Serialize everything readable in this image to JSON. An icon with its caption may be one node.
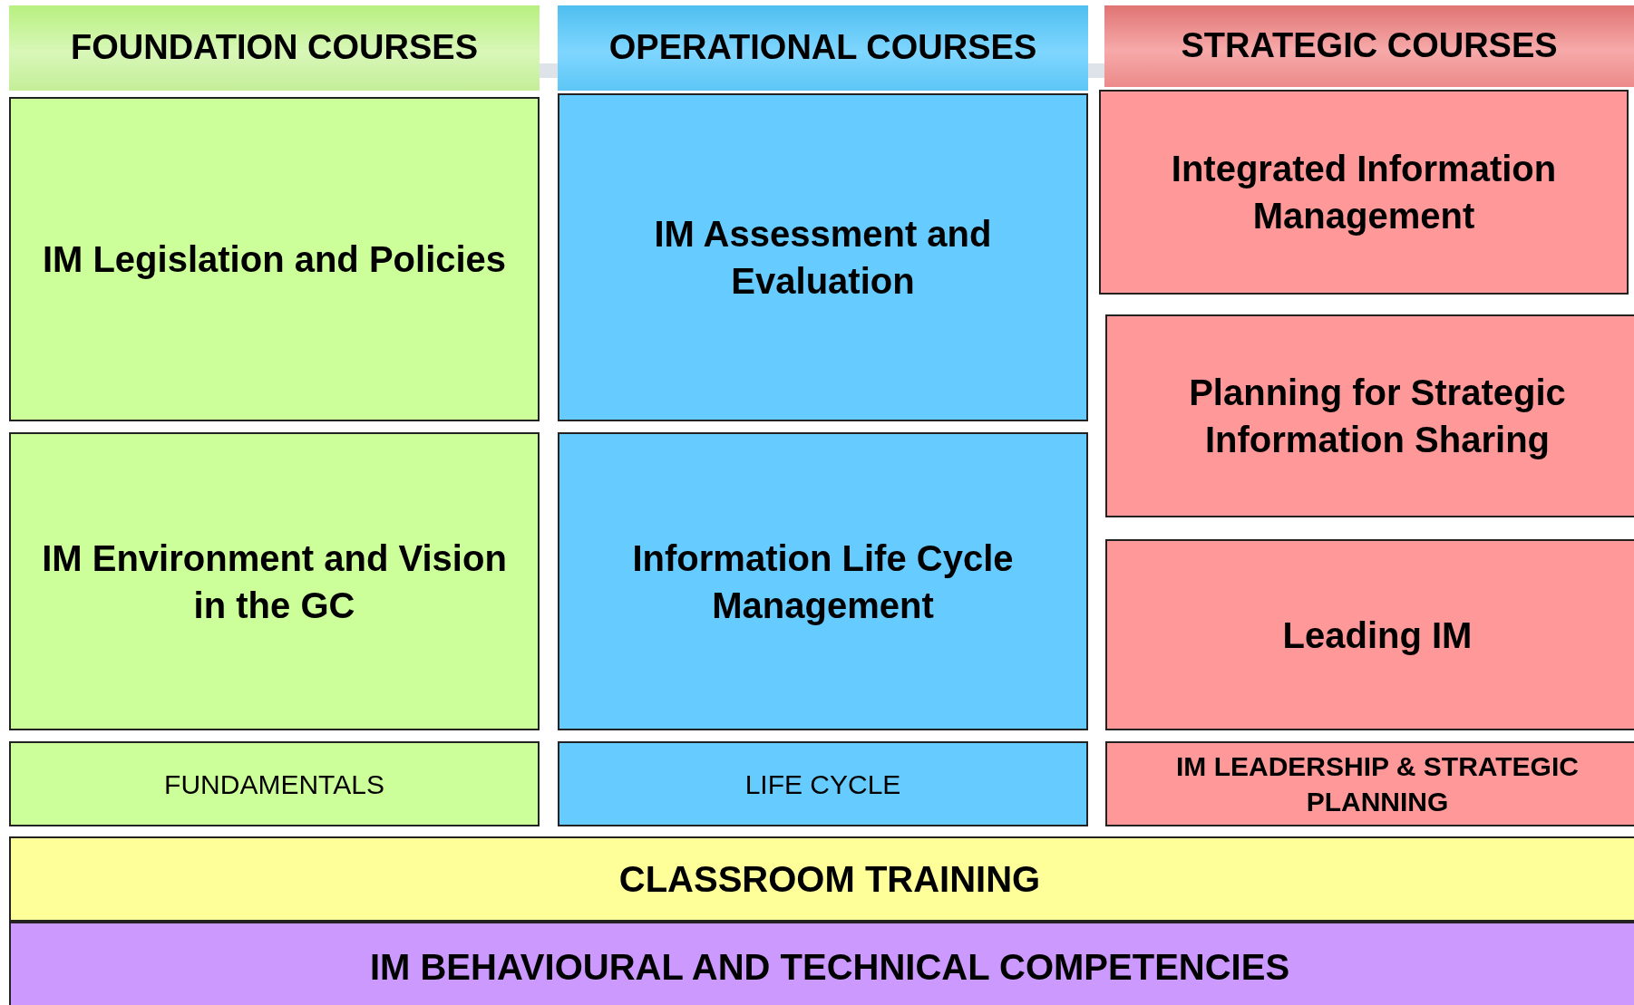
{
  "diagram": {
    "nodes": [
      {
        "text": [
          "FOUNDATION COURSES"
        ]
      },
      {
        "text": [
          "OPERATIONAL COURSES"
        ]
      },
      {
        "text": [
          "STRATEGIC COURSES"
        ]
      },
      {
        "text": [
          "IM Legislation and Policies"
        ]
      },
      {
        "text": [
          "IM Assessment and Evaluation"
        ]
      },
      {
        "text": [
          "Integrated Information Management"
        ]
      },
      {
        "text": [
          "Planning for Strategic Information Sharing"
        ]
      },
      {
        "text": [
          "IM Environment and Vision in the GC"
        ]
      },
      {
        "text": [
          "Information Life Cycle Management"
        ]
      },
      {
        "text": [
          "Leading IM"
        ]
      },
      {
        "text": [
          "FUNDAMENTALS"
        ]
      },
      {
        "text": [
          "LIFE CYCLE"
        ]
      },
      {
        "text": [
          "IM LEADERSHIP & STRATEGIC PLANNING"
        ]
      },
      {
        "text": [
          "CLASSROOM TRAINING"
        ]
      },
      {
        "text": [
          "IM BEHAVIOURAL AND TECHNICAL COMPETENCIES"
        ]
      }
    ]
  }
}
